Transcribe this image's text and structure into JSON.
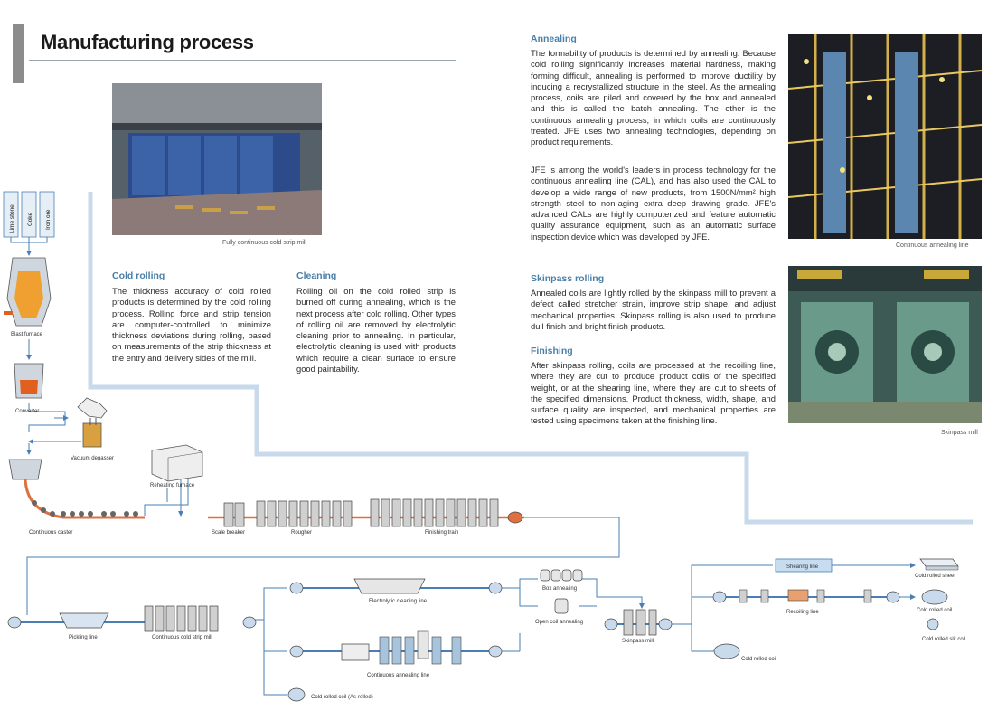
{
  "header": {
    "title": "Manufacturing process"
  },
  "photos": {
    "cold_mill_caption": "Fully continuous cold strip mill",
    "cal_caption": "Continuous annealing line",
    "skinpass_caption": "Skinpass mill"
  },
  "sections": {
    "cold_rolling": {
      "heading": "Cold rolling",
      "text": "The thickness accuracy of cold rolled products is determined by the cold rolling process. Rolling force and strip tension are computer-controlled to minimize thickness deviations during rolling, based on measurements of the strip thickness at the entry and delivery sides of the mill."
    },
    "cleaning": {
      "heading": "Cleaning",
      "text": "Rolling oil on the cold rolled strip is burned off during annealing, which is the next process after cold rolling. Other types of rolling oil are removed by electrolytic cleaning prior to annealing. In particular, electrolytic cleaning is used with products which require a clean surface to ensure good paintability."
    },
    "annealing": {
      "heading": "Annealing",
      "text1": "The formability of products is determined by annealing. Because cold rolling significantly increases material hardness, making forming difficult, annealing is performed to improve ductility by inducing a recrystallized structure in the steel. As the annealing process, coils are piled and covered by the box and annealed and this is called the batch annealing. The other is the continuous annealing process, in which coils are continuously treated. JFE uses two annealing technologies, depending on product requirements.",
      "text2": "JFE is among the world's leaders in process technology for the continuous annealing line (CAL), and has also used the CAL to develop a wide range of new products, from 1500N/mm² high strength steel to non-aging extra deep drawing grade. JFE's advanced CALs are highly computerized and feature automatic quality assurance equipment, such as an automatic surface inspection device which was developed by JFE."
    },
    "skinpass": {
      "heading": "Skinpass rolling",
      "text": "Annealed coils are lightly rolled by the skinpass mill to prevent a defect called stretcher strain, improve strip shape, and adjust mechanical properties. Skinpass rolling is also used to produce dull finish and bright finish products."
    },
    "finishing": {
      "heading": "Finishing",
      "text": "After skinpass rolling, coils are processed at the recoiling line, where they are cut to produce product coils of the specified weight, or at the shearing line, where they are cut to sheets of the specified dimensions. Product thickness, width, shape, and surface quality are inspected, and mechanical properties are tested using specimens taken at the finishing line."
    }
  },
  "diagram": {
    "raw": [
      "Lime stone",
      "Coke",
      "Iron ore"
    ],
    "blast_furnace": "Blast furnace",
    "converter": "Converter",
    "vacuum_degasser": "Vacuum degasser",
    "continuous_caster": "Continuous caster",
    "reheating_furnace": "Reheating furnace",
    "scale_breaker": "Scale breaker",
    "rougher": "Rougher",
    "finishing_train": "Finishing train",
    "pickling_line": "Pickling line",
    "continuous_cold_strip_mill": "Continuous cold strip mill",
    "electrolytic_cleaning_line": "Electrolytic cleaning line",
    "continuous_annealing_line": "Continuous annealing line",
    "cold_rolled_coil_as_rolled": "Cold rolled coil (As-rolled)",
    "box_annealing": "Box annealing",
    "open_coil_annealing": "Open coil annealing",
    "skinpass_mill": "Skinpass mill",
    "shearing_line": "Shearing line",
    "recoiling_line": "Recoiling line",
    "cold_rolled_sheet": "Cold rolled sheet",
    "cold_rolled_coil_1": "Cold rolled coil",
    "cold_rolled_slit_coil": "Cold rolled slit coil",
    "cold_rolled_coil_2": "Cold rolled coil"
  },
  "colors": {
    "accent": "#4a7fa8",
    "flow_line": "#c7d9ea",
    "strip": "#d9824a"
  }
}
